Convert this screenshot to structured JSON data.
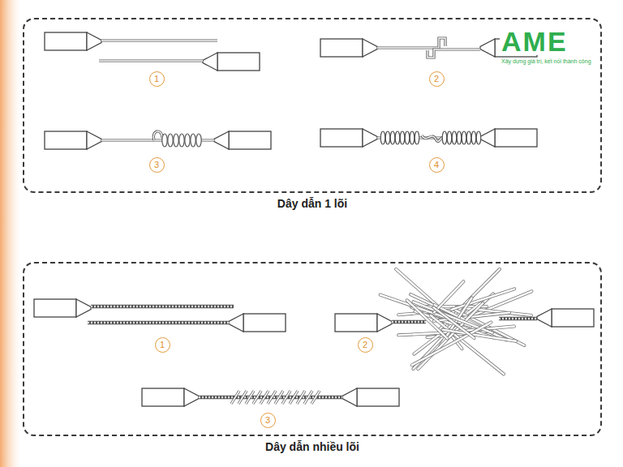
{
  "diagram": {
    "nodes": [
      {
        "text": [
          "Dây dẫn 1 lõi"
        ]
      },
      {
        "text": [
          "1"
        ],
        "in": 0
      },
      {
        "text": [
          "2"
        ],
        "in": 0
      },
      {
        "text": [
          "3"
        ],
        "in": 0
      },
      {
        "text": [
          "4"
        ],
        "in": 0
      },
      {
        "text": [
          "Dây dẫn nhiều lõi"
        ]
      },
      {
        "text": [
          "1"
        ],
        "in": 5
      },
      {
        "text": [
          "2"
        ],
        "in": 5
      },
      {
        "text": [
          "3"
        ],
        "in": 5
      }
    ],
    "labels": [
      "AME",
      "Xây dựng giá trị, kết nối thành công"
    ]
  }
}
